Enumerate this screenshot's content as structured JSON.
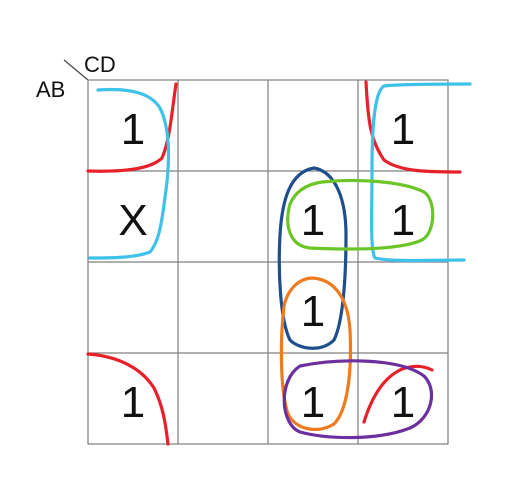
{
  "kmap": {
    "row_variable": "AB",
    "column_variable": "CD",
    "cells": [
      [
        "1",
        "",
        "",
        "1"
      ],
      [
        "X",
        "",
        "1",
        "1"
      ],
      [
        "",
        "",
        "1",
        ""
      ],
      [
        "1",
        "",
        "1",
        "1"
      ]
    ]
  },
  "loops": [
    {
      "id": "corner-group",
      "color": "#e8202a"
    },
    {
      "id": "column-edge-group",
      "color": "#3ec1ea"
    },
    {
      "id": "column-3-upper-pair",
      "color": "#1f4e8c"
    },
    {
      "id": "column-3-lower-pair",
      "color": "#f07a1e"
    },
    {
      "id": "row-2-pair",
      "color": "#6cc526"
    },
    {
      "id": "row-4-pair",
      "color": "#6b2fa0"
    }
  ]
}
